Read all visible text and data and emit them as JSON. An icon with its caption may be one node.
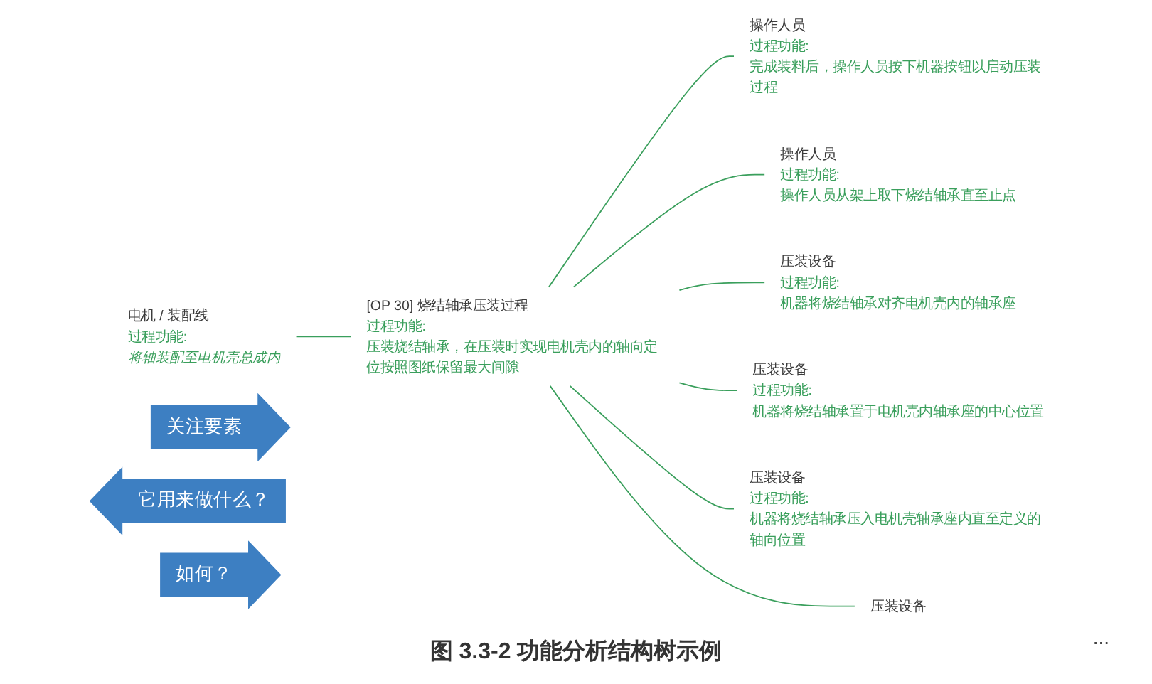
{
  "diagram": {
    "caption": "图 3.3-2 功能分析结构树示例",
    "nodes": [
      {
        "text": [
          "电机 / 装配线",
          "过程功能:",
          "将轴装配至电机壳总成内"
        ]
      },
      {
        "text": [
          "[OP 30] 烧结轴承压装过程",
          "过程功能:",
          "压装烧结轴承，在压装时实现电机壳内的轴向定位按照图纸保留最大间隙"
        ]
      },
      {
        "text": [
          "操作人员",
          "过程功能:",
          "完成装料后，操作人员按下机器按钮以启动压装过程"
        ]
      },
      {
        "text": [
          "操作人员",
          "过程功能:",
          "操作人员从架上取下烧结轴承直至止点"
        ]
      },
      {
        "text": [
          "压装设备",
          "过程功能:",
          "机器将烧结轴承对齐电机壳内的轴承座"
        ]
      },
      {
        "text": [
          "压装设备",
          "过程功能:",
          "机器将烧结轴承置于电机壳内轴承座的中心位置"
        ]
      },
      {
        "text": [
          "压装设备",
          "过程功能:",
          "机器将烧结轴承压入电机壳轴承座内直至定义的轴向位置"
        ]
      },
      {
        "text": [
          "压装设备"
        ]
      },
      {
        "text": [
          "关注要素"
        ]
      },
      {
        "text": [
          "它用来做什么？"
        ]
      },
      {
        "text": [
          "如何？"
        ]
      }
    ],
    "edges": [
      {
        "from": 0,
        "to": 1,
        "arrow": "none"
      },
      {
        "from": 1,
        "to": 2,
        "arrow": "none"
      },
      {
        "from": 1,
        "to": 3,
        "arrow": "none"
      },
      {
        "from": 1,
        "to": 4,
        "arrow": "none"
      },
      {
        "from": 1,
        "to": 5,
        "arrow": "none"
      },
      {
        "from": 1,
        "to": 6,
        "arrow": "none"
      },
      {
        "from": 1,
        "to": 7,
        "arrow": "none"
      }
    ],
    "labels": [
      "..."
    ]
  }
}
